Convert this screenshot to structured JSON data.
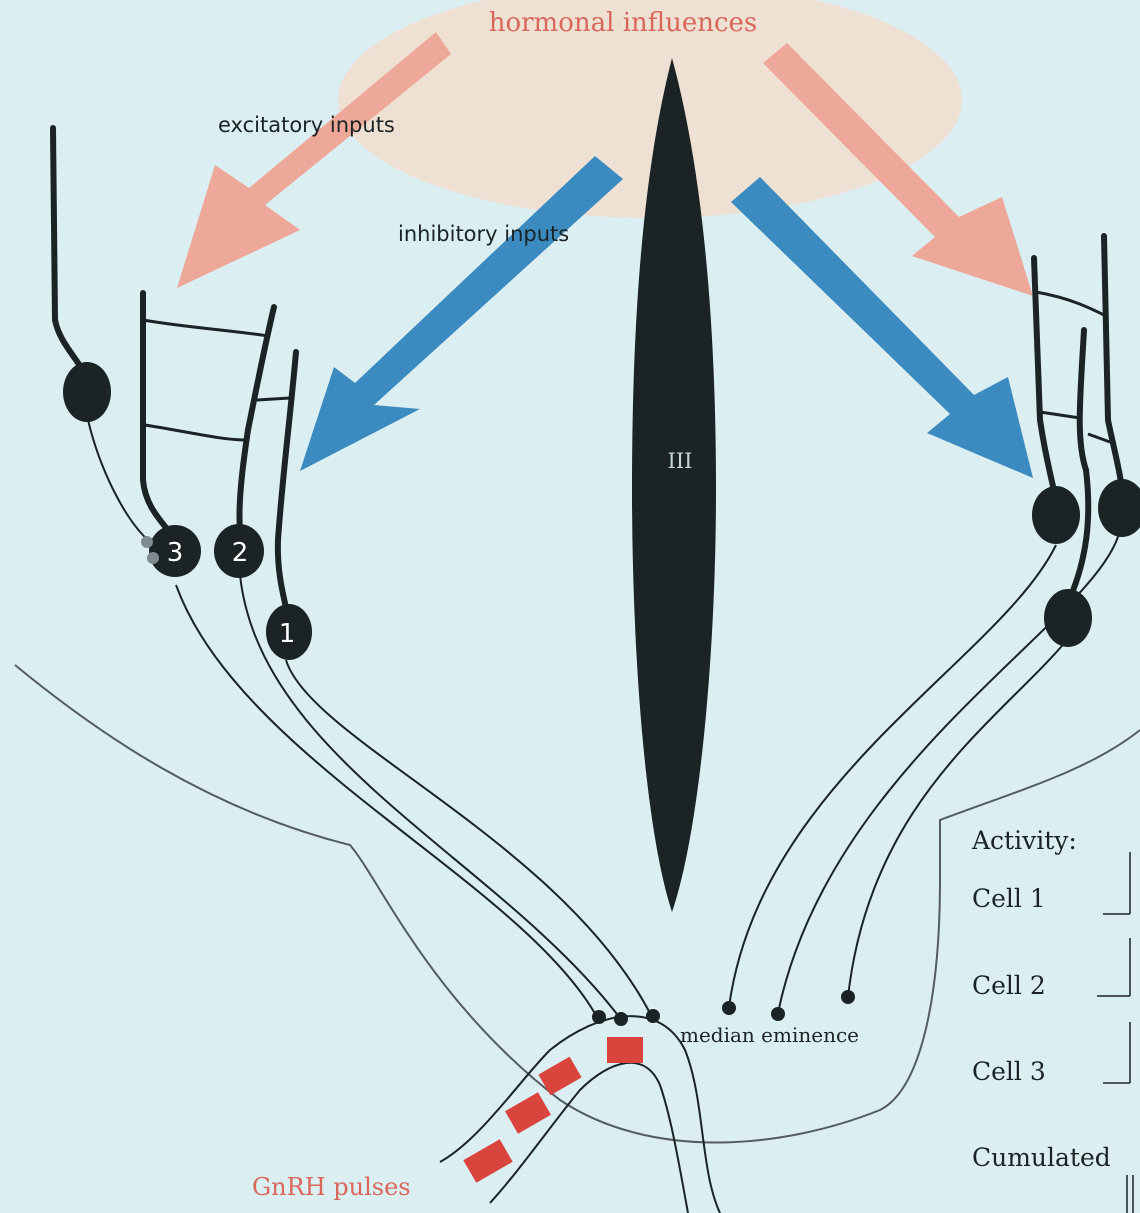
{
  "colors": {
    "background": "#dbeef2",
    "hormone_cloud": "#eee1d4",
    "excitatory": "#eea899",
    "inhibitory": "#3b8ac0",
    "neuron": "#1b2325",
    "pulse": "#d9443d",
    "label_red": "#d9675a",
    "outline": "#555c5e"
  },
  "labels": {
    "hormonal_influences": "hormonal influences",
    "excitatory_inputs": "excitatory inputs",
    "inhibitory_inputs": "inhibitory inputs",
    "ventricle": "III",
    "median_eminence": "median eminence",
    "gnrh_pulses": "GnRH pulses"
  },
  "cells": {
    "cell_1": "1",
    "cell_2": "2",
    "cell_3": "3"
  },
  "activity_panel": {
    "title": "Activity:",
    "rows": [
      "Cell 1",
      "Cell 2",
      "Cell 3",
      "Cumulated"
    ]
  }
}
